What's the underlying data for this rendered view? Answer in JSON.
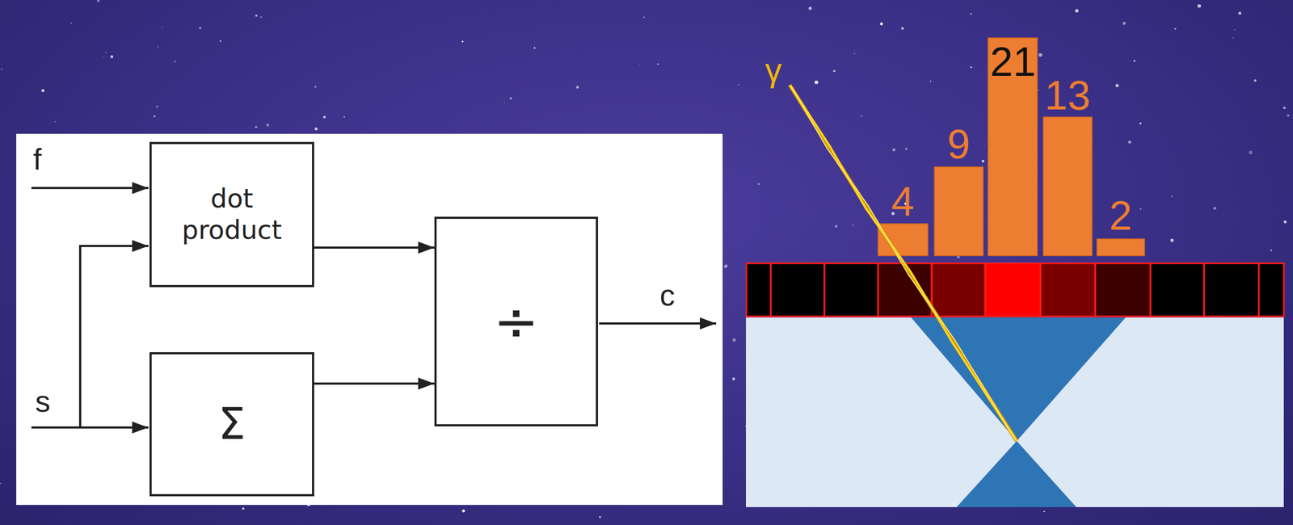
{
  "diagram": {
    "nodes": [
      {
        "text": [
          "dot product"
        ]
      },
      {
        "text": [
          "Σ"
        ]
      },
      {
        "text": [
          "÷"
        ]
      }
    ],
    "edges": [
      {
        "from": 0,
        "to": 2,
        "arrow": "to"
      },
      {
        "from": 1,
        "to": 2,
        "arrow": "to"
      }
    ],
    "labels": [
      "f",
      "s",
      "c",
      "γ",
      "4",
      "9",
      "21",
      "13",
      "2"
    ]
  }
}
